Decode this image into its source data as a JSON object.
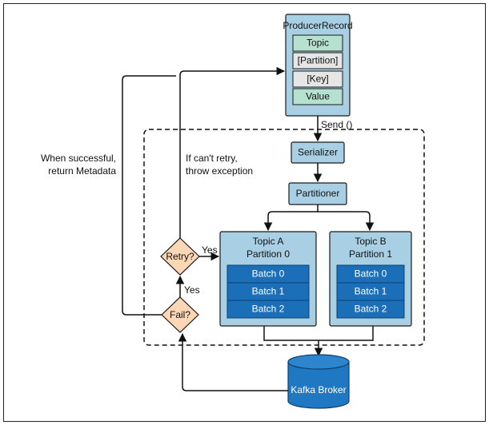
{
  "producer_record": {
    "title": "ProducerRecord",
    "fields": [
      "Topic",
      "[Partition]",
      "[Key]",
      "Value"
    ]
  },
  "send_label": "Send ()",
  "serializer_label": "Serializer",
  "partitioner_label": "Partitioner",
  "topic_a": {
    "line1": "Topic A",
    "line2": "Partition 0",
    "batches": [
      "Batch 0",
      "Batch 1",
      "Batch 2"
    ]
  },
  "topic_b": {
    "line1": "Topic B",
    "line2": "Partition 1",
    "batches": [
      "Batch 0",
      "Batch 1",
      "Batch 2"
    ]
  },
  "retry_label": "Retry?",
  "fail_label": "Fail?",
  "yes_retry_label": "Yes",
  "yes_fail_label": "Yes",
  "success_label": {
    "line1": "When successful,",
    "line2": "return Metadata"
  },
  "exception_label": {
    "line1": "If can't retry,",
    "line2": "throw exception"
  },
  "broker_label": "Kafka Broker",
  "colors": {
    "light_blue": "#a9cfe4",
    "teal_field": "#b6e0cf",
    "gray_field": "#e6e6e6",
    "dark_blue": "#1b6fb8",
    "diamond": "#fbd7b5",
    "broker": "#1f78c1"
  }
}
